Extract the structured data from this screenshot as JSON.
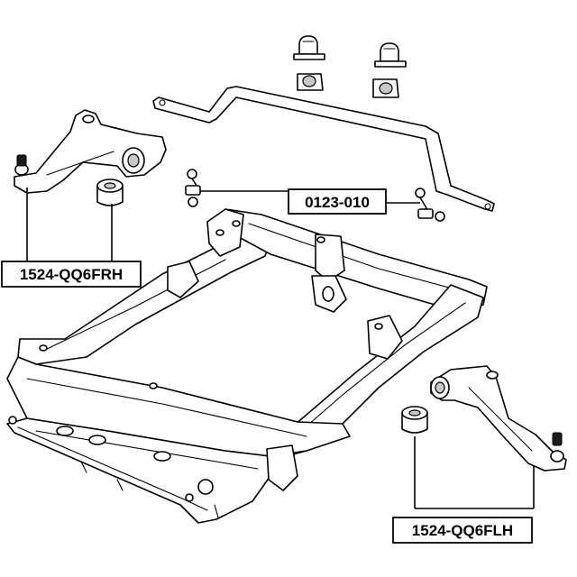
{
  "labels": {
    "stabilizer_link": "0123-010",
    "right_arm": "1524-QQ6FRH",
    "left_arm": "1524-QQ6FLH"
  }
}
